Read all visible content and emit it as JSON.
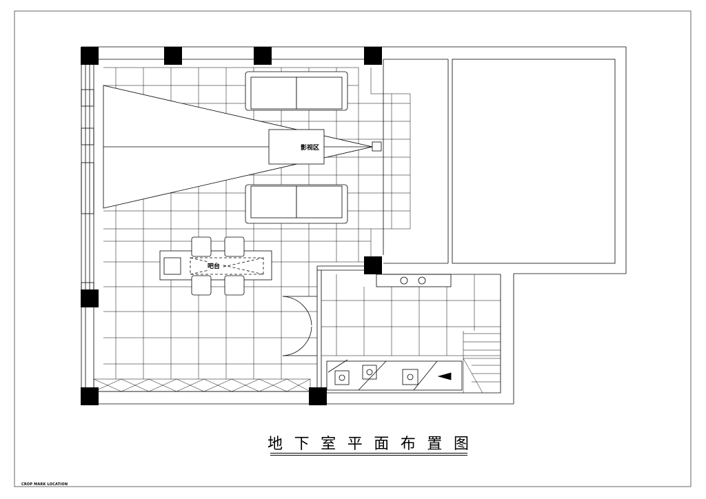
{
  "drawing": {
    "title": "地下室平面布置图",
    "crop_mark": "CROP MARK LOCATION",
    "rooms": {
      "theater": "影视区",
      "bar": "吧台"
    },
    "colors": {
      "line": "#000000",
      "background": "#ffffff"
    }
  }
}
